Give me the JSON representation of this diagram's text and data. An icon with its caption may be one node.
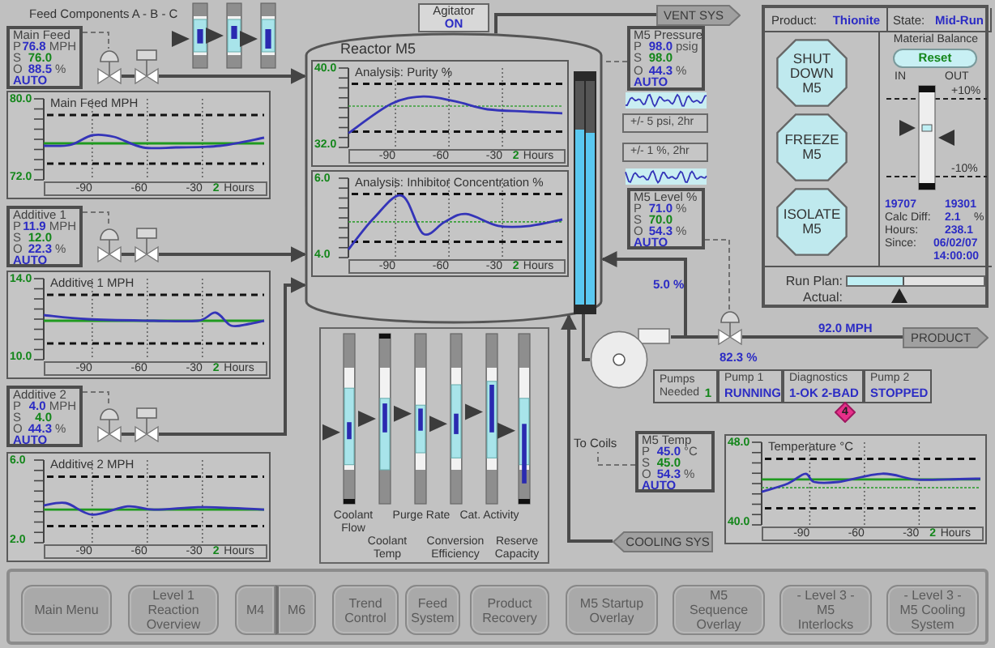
{
  "diagram": {
    "nodes": [
      {
        "text": [
          "Main Feed",
          "P",
          "76.8",
          "MPH",
          "S",
          "76.0",
          "O",
          "88.5",
          "%",
          "AUTO"
        ]
      },
      {
        "text": [],
        "shape": "valve"
      },
      {
        "text": [],
        "shape": "valve"
      },
      {
        "text": [
          "Main Feed MPH",
          "80.0",
          "72.0",
          "-90",
          "-60",
          "-30",
          "2",
          "Hours"
        ]
      },
      {
        "text": [
          "Additive 1",
          "P",
          "11.9",
          "MPH",
          "S",
          "12.0",
          "O",
          "22.3",
          "%",
          "AUTO"
        ]
      },
      {
        "text": [],
        "shape": "valve"
      },
      {
        "text": [],
        "shape": "valve"
      },
      {
        "text": [
          "Additive 1 MPH",
          "14.0",
          "10.0",
          "-90",
          "-60",
          "-30",
          "2",
          "Hours"
        ]
      },
      {
        "text": [
          "Additive 2",
          "P",
          "4.0",
          "MPH",
          "S",
          "4.0",
          "O",
          "44.3",
          "%",
          "AUTO"
        ]
      },
      {
        "text": [],
        "shape": "valve"
      },
      {
        "text": [],
        "shape": "valve"
      },
      {
        "text": [
          "Additive 2 MPH",
          "6.0",
          "2.0",
          "-90",
          "-60",
          "-30",
          "2",
          "Hours"
        ]
      },
      {
        "text": [
          "Agitator",
          "ON"
        ]
      },
      {
        "text": [
          "Reactor M5"
        ]
      },
      {
        "text": [
          "Analysis: Purity %",
          "40.0",
          "32.0",
          "-90",
          "-60",
          "-30",
          "2",
          "Hours"
        ],
        "in": 13
      },
      {
        "text": [
          "Analysis: Inhibitor Concentration %",
          "6.0",
          "4.0",
          "-90",
          "-60",
          "-30",
          "2",
          "Hours"
        ],
        "in": 13
      },
      {
        "text": [
          "VENT SYS"
        ]
      },
      {
        "text": [
          "M5 Pressure",
          "P",
          "98.0",
          "psig",
          "S",
          "98.0",
          "O",
          "44.3",
          "%",
          "AUTO"
        ]
      },
      {
        "text": [
          "+/- 5 psi, 2hr"
        ]
      },
      {
        "text": [
          "+/- 1 %, 2hr"
        ]
      },
      {
        "text": [
          "M5 Level %",
          "P",
          "71.0",
          "%",
          "S",
          "70.0",
          "O",
          "54.3",
          "%",
          "AUTO"
        ]
      },
      {
        "text": [],
        "shape": "box"
      },
      {
        "text": [
          "Product:",
          "Thionite"
        ],
        "in": 21
      },
      {
        "text": [
          "State:",
          "Mid-Run"
        ],
        "in": 21
      },
      {
        "text": [
          "SHUT DOWN M5"
        ],
        "in": 21
      },
      {
        "text": [
          "FREEZE M5"
        ],
        "in": 21
      },
      {
        "text": [
          "ISOLATE M5"
        ],
        "in": 21
      },
      {
        "text": [
          "Material Balance",
          "Reset",
          "IN",
          "OUT",
          "+10%",
          "-10%",
          "19707",
          "19301",
          "Calc Diff:",
          "2.1",
          "%",
          "Hours:",
          "238.1",
          "Since:",
          "06/02/07",
          "14:00:00"
        ],
        "in": 21
      },
      {
        "text": [
          "Run Plan:",
          "Actual:"
        ],
        "in": 21
      },
      {
        "text": [],
        "shape": "pump"
      },
      {
        "text": [],
        "shape": "valve",
        "beside": [
          "82.3 %"
        ]
      },
      {
        "text": [
          "PRODUCT"
        ]
      },
      {
        "text": [
          "Coolant Flow",
          "Coolant Temp",
          "Purge Rate",
          "Conversion Efficiency",
          "Cat. Activity",
          "Reserve Capacity"
        ]
      },
      {
        "text": [
          "Pumps Needed",
          "1"
        ]
      },
      {
        "text": [
          "Pump 1",
          "RUNNING"
        ]
      },
      {
        "text": [
          "Diagnostics",
          "1-OK 2-BAD"
        ]
      },
      {
        "text": [
          "Pump 2",
          "STOPPED"
        ]
      },
      {
        "text": [
          "4"
        ]
      },
      {
        "text": [
          "To Coils"
        ]
      },
      {
        "text": [
          "M5 Temp",
          "P",
          "45.0",
          "°C",
          "S",
          "45.0",
          "O",
          "54.3",
          "%",
          "AUTO"
        ]
      },
      {
        "text": [
          "COOLING SYS"
        ]
      },
      {
        "text": [
          "Temperature °C",
          "48.0",
          "40.0",
          "-90",
          "-60",
          "-30",
          "2",
          "Hours"
        ]
      },
      {
        "text": [],
        "shape": "box"
      },
      {
        "text": [
          "Main Menu"
        ],
        "in": 42
      },
      {
        "text": [
          "Level 1 Reaction Overview"
        ],
        "in": 42
      },
      {
        "text": [
          "M4"
        ],
        "in": 42
      },
      {
        "text": [
          "M6"
        ],
        "in": 42
      },
      {
        "text": [
          "Trend Control"
        ],
        "in": 42
      },
      {
        "text": [
          "Feed System"
        ],
        "in": 42
      },
      {
        "text": [
          "Product Recovery"
        ],
        "in": 42
      },
      {
        "text": [
          "M5 Startup Overlay"
        ],
        "in": 42
      },
      {
        "text": [
          "M5 Sequence Overlay"
        ],
        "in": 42
      },
      {
        "text": [
          "- Level 3 - M5 Interlocks"
        ],
        "in": 42
      },
      {
        "text": [
          "- Level 3 - M5 Cooling System"
        ],
        "in": 42
      }
    ],
    "edges": [
      {
        "from": 0,
        "to": 1,
        "arrow": "none",
        "style": "dashed"
      },
      {
        "from": 1,
        "to": 2,
        "arrow": "none"
      },
      {
        "from": 2,
        "to": 13,
        "arrow": "to"
      },
      {
        "from": 4,
        "to": 5,
        "arrow": "none",
        "style": "dashed"
      },
      {
        "from": 5,
        "to": 6,
        "arrow": "none"
      },
      {
        "from": 6,
        "to": 13,
        "arrow": "to"
      },
      {
        "from": 8,
        "to": 9,
        "arrow": "none",
        "style": "dashed"
      },
      {
        "from": 9,
        "to": 10,
        "arrow": "none"
      },
      {
        "from": 10,
        "to": 13,
        "arrow": "to"
      },
      {
        "from": 13,
        "to": 16,
        "arrow": "none"
      },
      {
        "from": 17,
        "to": 13,
        "arrow": "none",
        "style": "dashed"
      },
      {
        "from": 20,
        "to": 30,
        "arrow": "none",
        "style": "dashed"
      },
      {
        "from": 13,
        "to": 29,
        "arrow": "none"
      },
      {
        "from": 29,
        "to": 30,
        "arrow": "none"
      },
      {
        "from": 29,
        "to": 13,
        "arrow": "to",
        "label": "5.0 %"
      },
      {
        "from": 30,
        "to": 31,
        "arrow": "none",
        "label": "92.0 MPH"
      },
      {
        "from": 40,
        "to": 13,
        "arrow": "to"
      },
      {
        "from": 39,
        "to": 38,
        "arrow": "none",
        "style": "dashed"
      }
    ],
    "labels": [
      "Feed Components A - B - C"
    ]
  }
}
